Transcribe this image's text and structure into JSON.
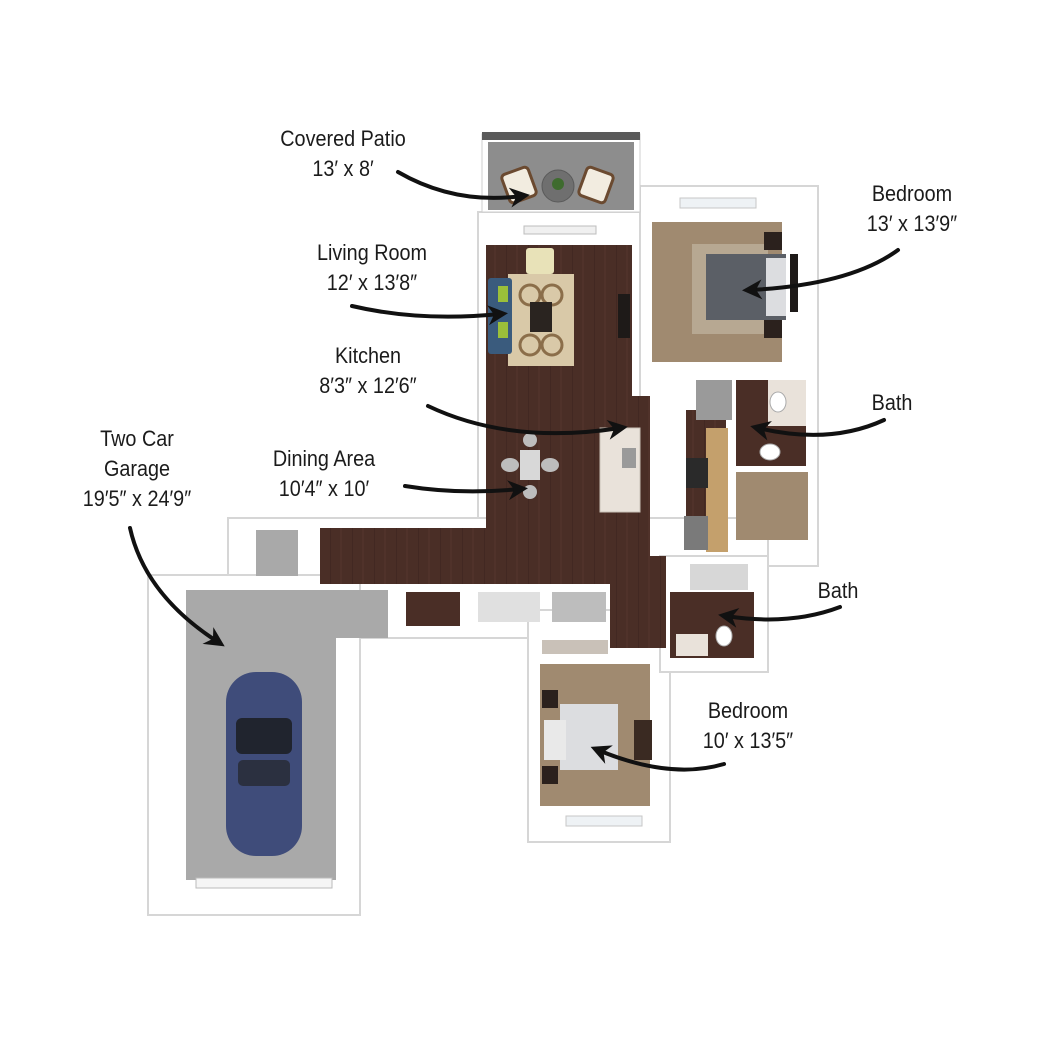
{
  "labels": {
    "covered_patio": {
      "name": "Covered Patio",
      "size": "13′ x 8′"
    },
    "living_room": {
      "name": "Living Room",
      "size": "12′ x 13′8″"
    },
    "kitchen": {
      "name": "Kitchen",
      "size": "8′3″ x 12′6″"
    },
    "dining_area": {
      "name": "Dining Area",
      "size": "10′4″ x 10′"
    },
    "garage": {
      "line1": "Two Car",
      "line2": "Garage",
      "size": "19′5″ x 24′9″"
    },
    "bedroom_1": {
      "name": "Bedroom",
      "size": "13′ x 13′9″"
    },
    "bath_1": {
      "name": "Bath"
    },
    "bath_2": {
      "name": "Bath"
    },
    "bedroom_2": {
      "name": "Bedroom",
      "size": "10′ x 13′5″"
    }
  },
  "colors": {
    "wood_floor": "#4a2e26",
    "carpet": "#a08a70",
    "garage_floor": "#a9a9a9",
    "patio_floor": "#8d8d8d",
    "wall": "#ffffff",
    "wall_shadow": "#cfcfcf",
    "car": "#3f4c7a",
    "sofa": "#3a5b7d",
    "rug": "#d9c9a8",
    "bedding": "#dcdde0",
    "arrow": "#111111"
  }
}
